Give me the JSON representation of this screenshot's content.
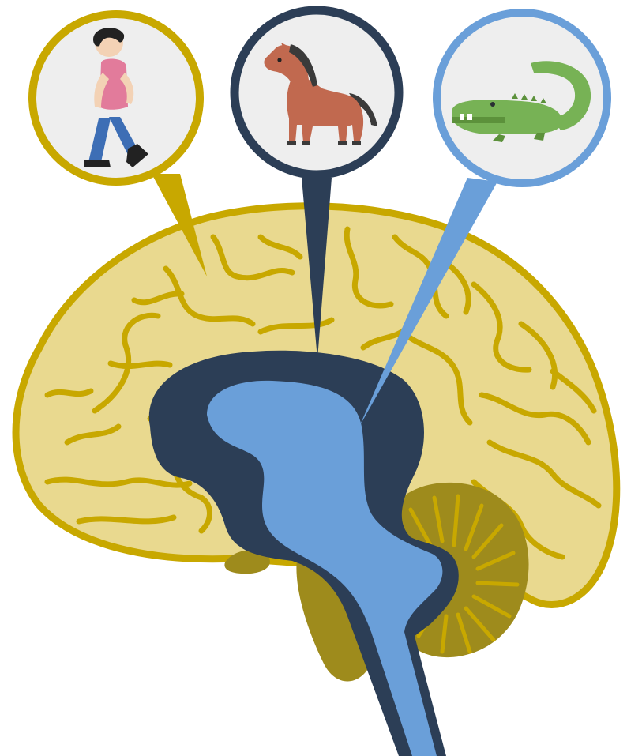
{
  "diagram": {
    "subject": "triune-brain",
    "callouts": [
      {
        "id": "neocortex",
        "icon": "walking-person-icon",
        "color": "#c8a800"
      },
      {
        "id": "limbic-system",
        "icon": "horse-icon",
        "color": "#2c3e56"
      },
      {
        "id": "reptilian-brain",
        "icon": "crocodile-icon",
        "color": "#6a9fd9"
      }
    ],
    "colors": {
      "cortex_fill": "#e9d98f",
      "cortex_outline": "#c8a800",
      "limbic": "#2c3e56",
      "brainstem": "#6a9fd9",
      "cerebellum": "#9e8b1c",
      "bubble_fill": "#eeeeee"
    }
  }
}
